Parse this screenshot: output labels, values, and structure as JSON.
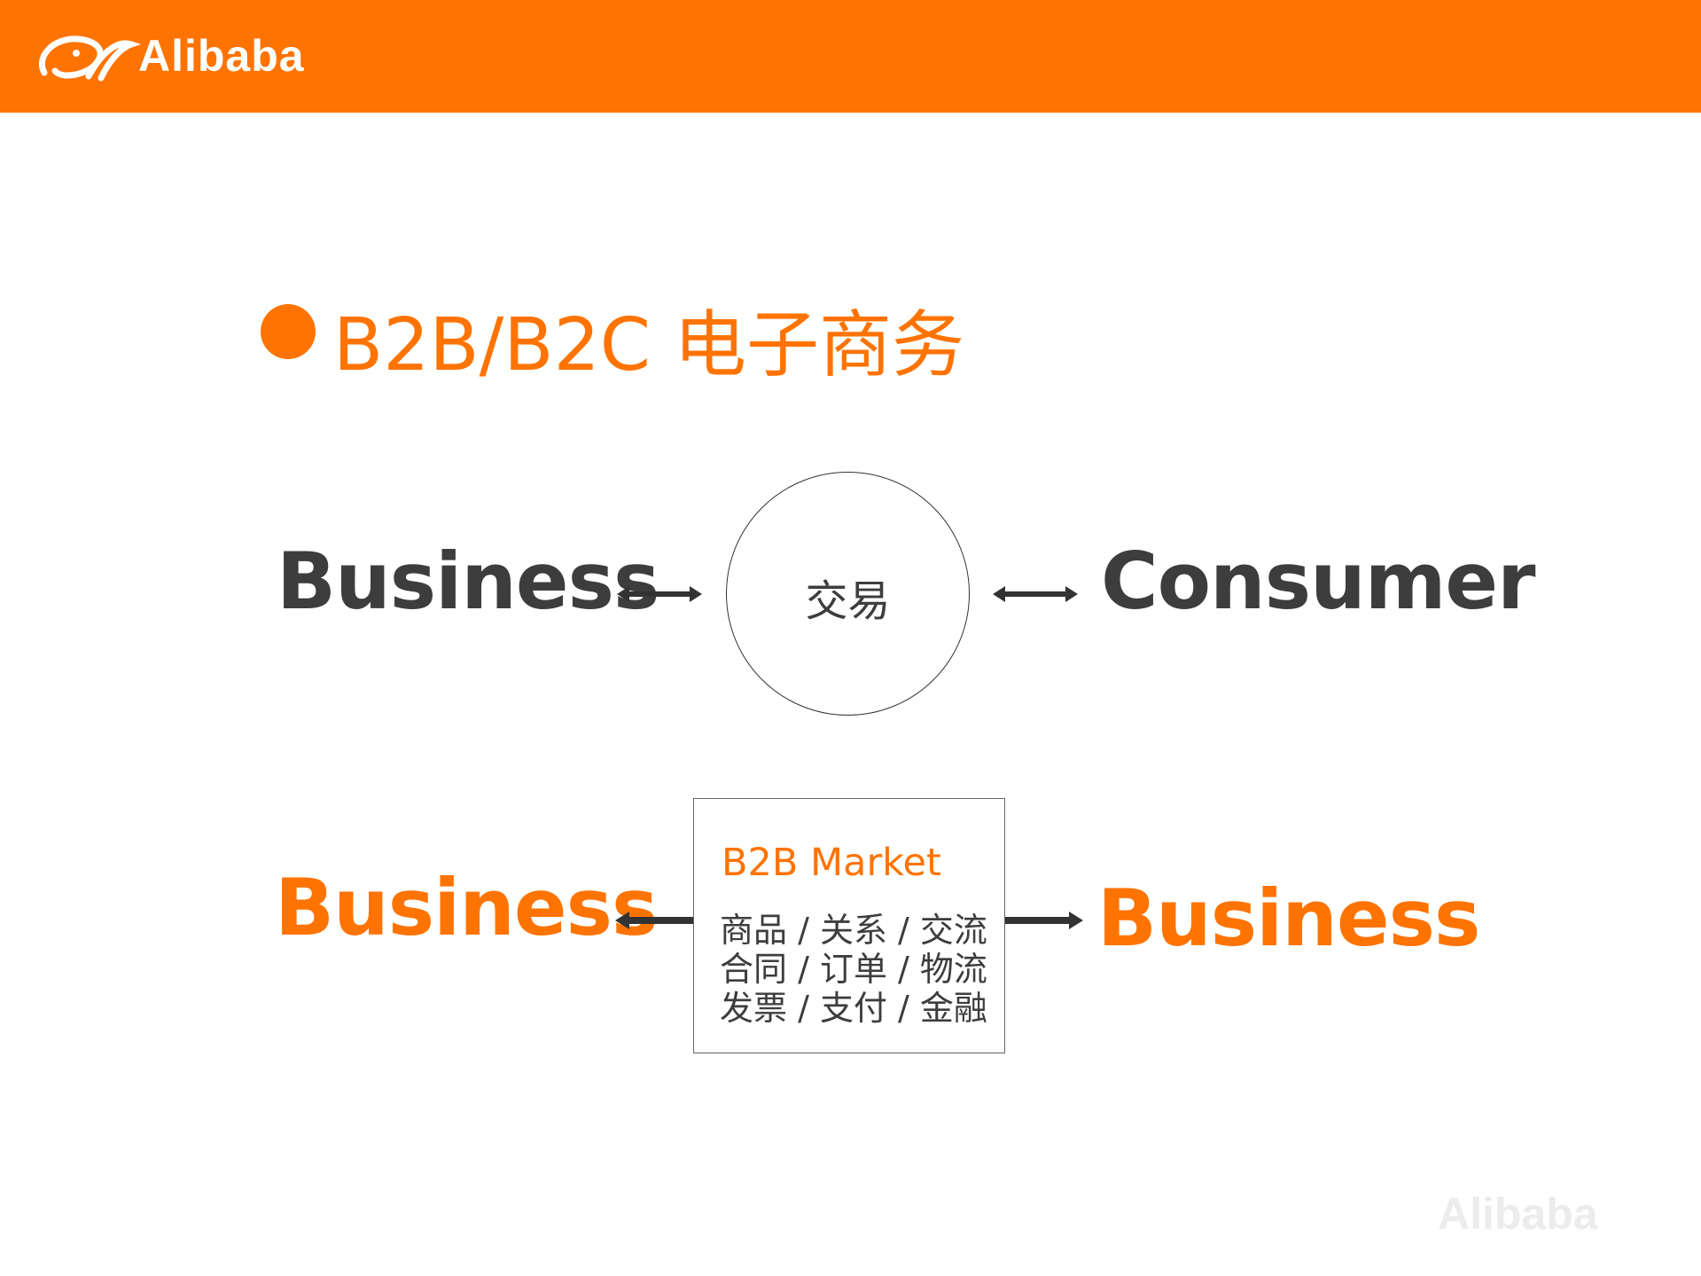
{
  "header": {
    "brand_name": "Alibaba",
    "color": "#ff7300"
  },
  "heading": {
    "text": "B2B/B2C 电子商务",
    "bullet_color": "#ff7300"
  },
  "b2c_row": {
    "left": "Business",
    "right": "Consumer",
    "center": "交易",
    "arrows": "double-headed"
  },
  "b2b_row": {
    "left": "Business",
    "right": "Business",
    "box_title": "B2B Market",
    "box_lines": [
      "商品 / 关系 / 交流",
      "合同 / 订单 / 物流",
      "发票 / 支付 / 金融"
    ],
    "arrows": "outward"
  },
  "watermark": "Alibaba",
  "colors": {
    "accent": "#ff7300",
    "text_dark": "#3d3d3d"
  }
}
